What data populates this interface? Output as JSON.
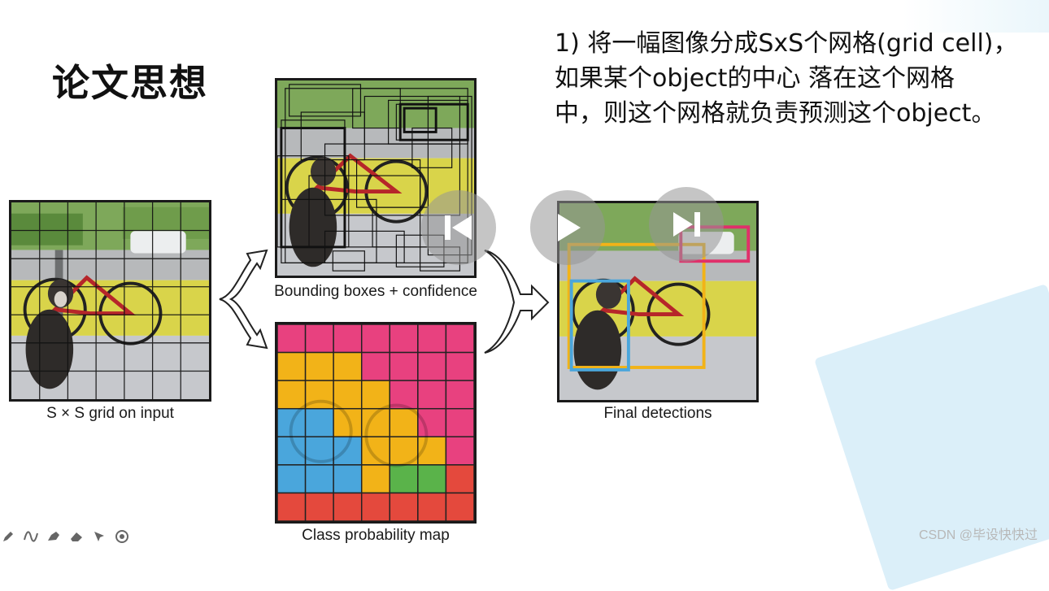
{
  "slide": {
    "title": "论文思想",
    "description": [
      "1) 将一幅图像分成SxS个网格(grid cell)，",
      "如果某个object的中心 落在这个网格",
      "中，则这个网格就负责预测这个object。"
    ]
  },
  "figure": {
    "captions": {
      "grid_input": "S × S grid on input",
      "bboxes": "Bounding boxes + confidence",
      "class_map": "Class probability map",
      "final": "Final detections"
    },
    "grid_size": 7,
    "class_map_cells": [
      [
        "pink",
        "pink",
        "pink",
        "pink",
        "pink",
        "pink",
        "pink"
      ],
      [
        "yellow",
        "yellow",
        "yellow",
        "pink",
        "pink",
        "pink",
        "pink"
      ],
      [
        "yellow",
        "yellow",
        "yellow",
        "yellow",
        "pink",
        "pink",
        "pink"
      ],
      [
        "blue",
        "blue",
        "yellow",
        "yellow",
        "yellow",
        "pink",
        "pink"
      ],
      [
        "blue",
        "blue",
        "blue",
        "yellow",
        "yellow",
        "yellow",
        "pink"
      ],
      [
        "blue",
        "blue",
        "blue",
        "yellow",
        "green",
        "green",
        "red"
      ],
      [
        "red",
        "red",
        "red",
        "red",
        "red",
        "red",
        "red"
      ]
    ],
    "class_colors": {
      "pink": "#e8417f",
      "yellow": "#f2b318",
      "blue": "#4aa6dc",
      "green": "#5ab34a",
      "red": "#e4493d"
    },
    "detection_colors": {
      "bicycle": "#f2b318",
      "dog": "#4aa6dc",
      "car": "#e0306a"
    }
  },
  "player": {
    "prev_icon": "skip-previous-icon",
    "play_icon": "play-icon",
    "next_icon": "skip-next-icon"
  },
  "toolbar": {
    "tools": [
      "pen-icon",
      "curve-icon",
      "highlighter-icon",
      "eraser-icon",
      "pointer-icon",
      "record-icon"
    ]
  },
  "watermark": "CSDN @毕设快快过"
}
